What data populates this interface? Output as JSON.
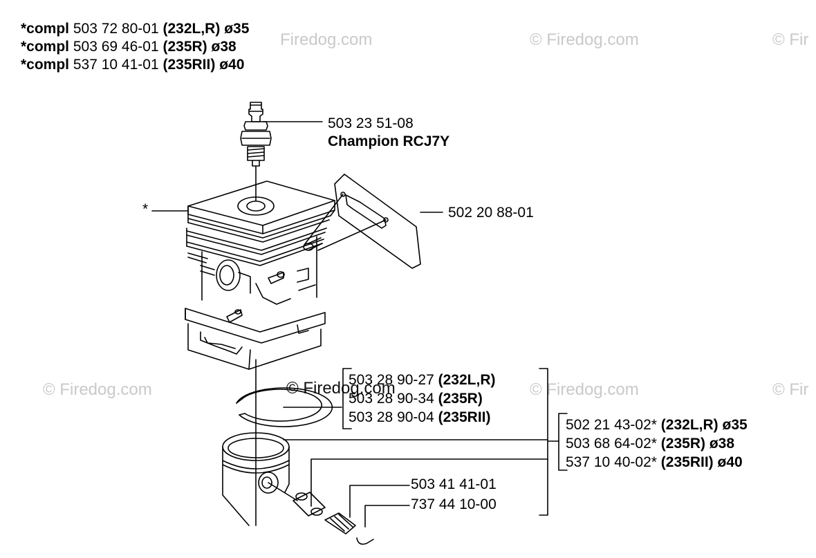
{
  "watermark": "© Firedog.com",
  "watermark_partial": "© Fir",
  "watermark_mid": "Firedog.com",
  "header_lines": [
    {
      "prefix": "*compl",
      "part": "503 72 80-01",
      "model": "(232L,R)",
      "dia": "ø35"
    },
    {
      "prefix": "*compl",
      "part": "503 69 46-01",
      "model": "(235R)",
      "dia": "ø38"
    },
    {
      "prefix": "*compl",
      "part": "537 10 41-01",
      "model": "(235RII)",
      "dia": "ø40"
    }
  ],
  "spark_plug": {
    "part": "503 23 51-08",
    "name": "Champion RCJ7Y"
  },
  "gasket": {
    "part": "502 20 88-01"
  },
  "cylinder_marker": "*",
  "ring_group": [
    {
      "part": "503 28 90-27",
      "model": "(232L,R)"
    },
    {
      "part": "503 28 90-34",
      "model": "(235R)"
    },
    {
      "part": "503 28 90-04",
      "model": "(235RII)"
    }
  ],
  "piston_group": [
    {
      "part": "502 21 43-02*",
      "model": "(232L,R)",
      "dia": "ø35"
    },
    {
      "part": "503 68 64-02*",
      "model": "(235R)",
      "dia": "ø38"
    },
    {
      "part": "537 10 40-02*",
      "model": "(235RII)",
      "dia": "ø40"
    }
  ],
  "circlip": {
    "part": "503 41 41-01"
  },
  "bearing": {
    "part": "737 44 10-00"
  }
}
